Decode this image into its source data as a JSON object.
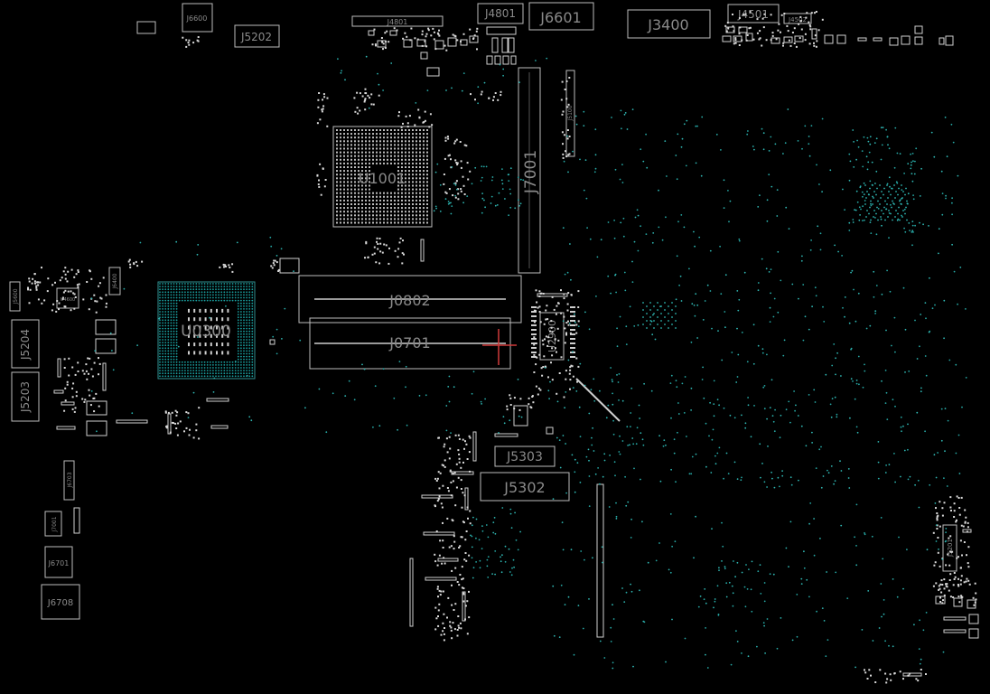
{
  "colors": {
    "background": "#000000",
    "outline": "#bdbdbd",
    "label": "#8a8a8a",
    "via": "#2fb7b3",
    "cursor": "#d03a3a"
  },
  "components": {
    "J6600": "J6600",
    "J5202": "J5202",
    "J4801_top": "J4801",
    "J4801": "J4801",
    "J6601": "J6601",
    "J3400": "J3400",
    "J4501": "J4501",
    "J4502": "J4502",
    "U1001": "U1001",
    "J7001": "J7001",
    "J5100": "J5100",
    "U0300": "U0300",
    "J0802": "J0802",
    "J0701": "J0701",
    "U2900": "U2900",
    "J5204": "J5204",
    "J5203": "J5203",
    "J5303": "J5303",
    "J5302": "J5302",
    "J6703": "J6703",
    "J7001b": "J7001",
    "J6701": "J6701",
    "J6708": "J6708",
    "J5201": "J5201",
    "J5600": "J5600",
    "U4600": "U4600",
    "J6400": "J6400"
  }
}
